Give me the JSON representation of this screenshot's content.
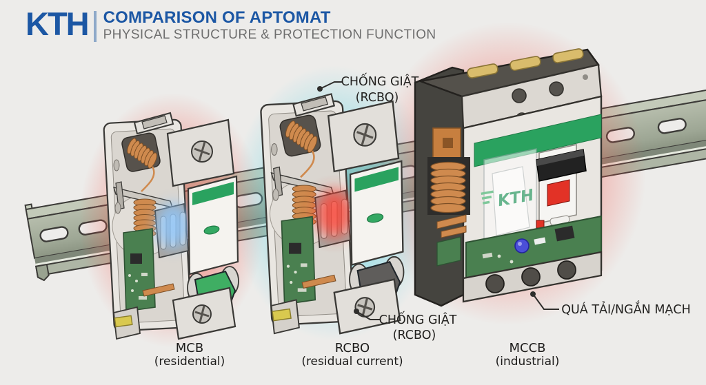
{
  "header": {
    "logo": "KTH",
    "title": "COMPARISON OF APTOMAT",
    "subtitle": "PHYSICAL STRUCTURE & PROTECTION FUNCTION"
  },
  "annotations": {
    "rcbo_top": {
      "line1": "CHỐNG GIẬT",
      "line2": "(RCBO)"
    },
    "rcbo_bottom": {
      "line1": "CHỐNG GIẬT",
      "line2": "(RCBO)"
    },
    "mccb": {
      "text": "QUÁ TẢI/NGẮN MẠCH"
    }
  },
  "devices": [
    {
      "name": "MCB",
      "subtitle": "(residential)"
    },
    {
      "name": "RCBO",
      "subtitle": "(residual current)"
    },
    {
      "name": "MCCB",
      "subtitle": "(industrial)"
    }
  ],
  "watermark": "KTH",
  "colors": {
    "background": "#edecea",
    "brand_blue": "#1c57a4",
    "title_gray": "#6e6e6e",
    "glow_red": "#f05a50",
    "glow_cyan": "#5fd3e3",
    "chute_blue": "#8ec8ff",
    "chute_red": "#ff4335",
    "accent_green": "#2aa25f",
    "rail_green": "#aab3a1",
    "pcb_green": "#4a8050",
    "copper": "#cf8a4e",
    "body_light": "#e9e6e1",
    "text_dark": "#232220"
  }
}
